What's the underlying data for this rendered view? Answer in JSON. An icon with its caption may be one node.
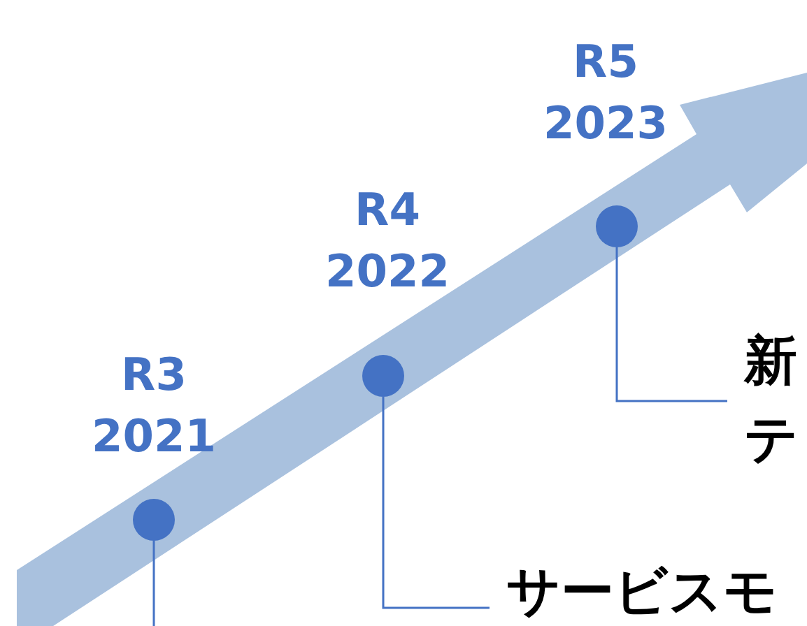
{
  "diagram": {
    "nodes": [
      {
        "text": [],
        "shape": "circle",
        "beside": [
          "R3 2021"
        ]
      },
      {
        "text": [],
        "shape": "circle",
        "beside": [
          "R4 2022"
        ]
      },
      {
        "text": [],
        "shape": "circle",
        "beside": [
          "R5 2023"
        ]
      },
      {
        "text": [
          "サービスモ"
        ]
      },
      {
        "text": [
          "新テ"
        ]
      }
    ],
    "edges": [
      {
        "from": 0,
        "to": null,
        "arrow": "none"
      },
      {
        "from": 1,
        "to": 3,
        "arrow": "none"
      },
      {
        "from": 2,
        "to": 4,
        "arrow": "none"
      }
    ]
  }
}
